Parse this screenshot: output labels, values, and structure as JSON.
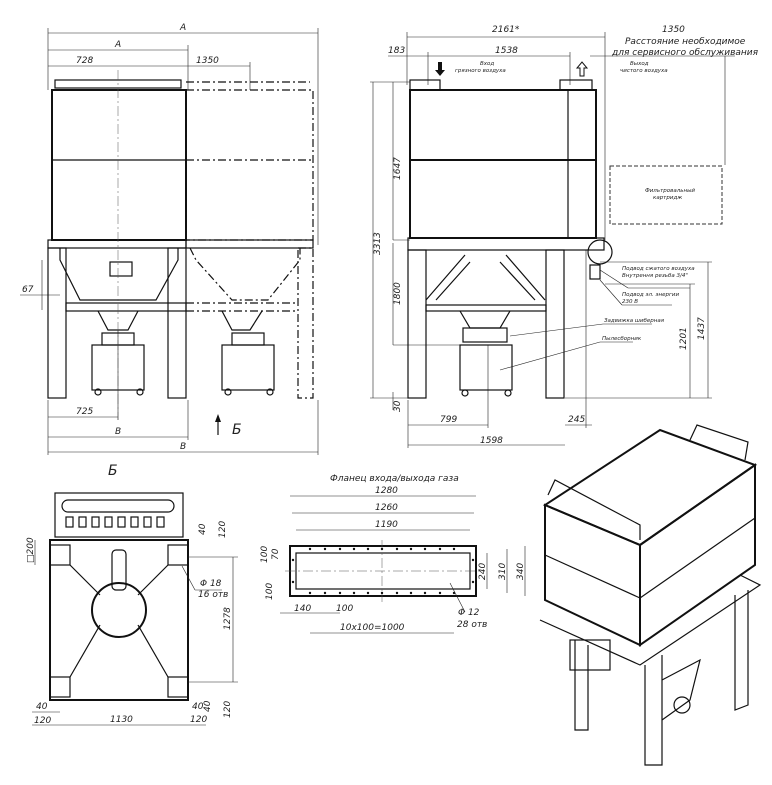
{
  "front_view": {
    "dims": {
      "overall_A": "A",
      "module_A": "A",
      "w728": "728",
      "w1350": "1350",
      "h67": "67",
      "w725": "725",
      "module_B": "B",
      "overall_B": "B"
    },
    "view_marker": "Б"
  },
  "side_view": {
    "dims": {
      "w2161": "2161*",
      "w183": "183",
      "w1538": "1538",
      "service_1350": "1350",
      "h3313": "3313",
      "h1647": "1647",
      "h1800": "1800",
      "h30": "30",
      "w799": "799",
      "w1598": "1598",
      "w245": "245",
      "h1201": "1201",
      "h1437": "1437"
    },
    "service_note_line1": "Расстояние необходимое",
    "service_note_line2": "для сервисного обслуживания",
    "inlet_line1": "Вход",
    "inlet_line2": "грязного воздуха",
    "outlet_line1": "Выход",
    "outlet_line2": "чистого воздуха",
    "cartridge_line1": "Фильтровальный",
    "cartridge_line2": "картридж",
    "compressed_air_line1": "Подвод сжатого воздуха",
    "compressed_air_line2": "Внутрення резьба 3/4\"",
    "power_line1": "Подвод эл. энергии",
    "power_line2": "230 В",
    "gate_valve": "Задвижка шиберная",
    "dust_bin": "Пылесборник"
  },
  "bottom_view": {
    "title": "Б",
    "dims": {
      "sq200": "□200",
      "h40a": "40",
      "h120a": "120",
      "hole_dia": "Φ 18",
      "hole_count": "16 отв",
      "h1278": "1278",
      "h40b": "40",
      "h120b": "120",
      "w40l": "40",
      "w120l": "120",
      "w1130": "1130",
      "w40r": "40",
      "w120r": "120"
    }
  },
  "flange_view": {
    "title": "Фланец входа/выхода газа",
    "dims": {
      "w1280": "1280",
      "w1260": "1260",
      "w1190": "1190",
      "h70": "70",
      "h100a": "100",
      "h100b": "100",
      "h240": "240",
      "h310": "310",
      "h340": "340",
      "w140": "140",
      "w100": "100",
      "pitch": "10x100=1000",
      "hole_dia": "Φ 12",
      "hole_count": "28 отв"
    }
  }
}
